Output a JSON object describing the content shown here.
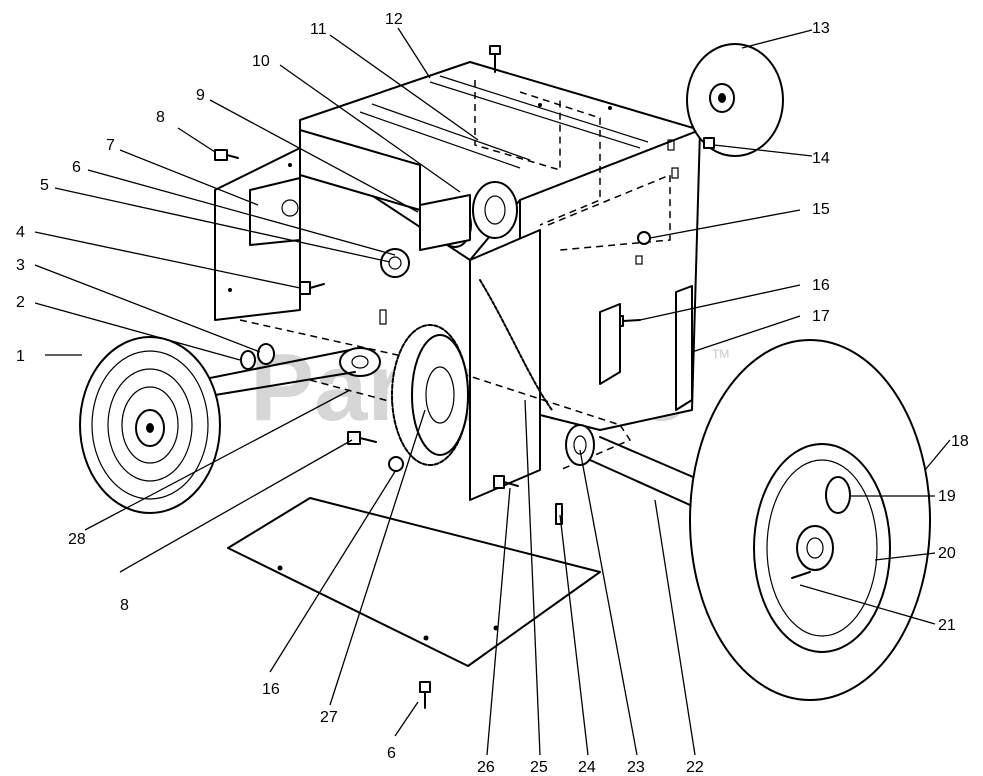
{
  "watermark": {
    "text": "PartsTree",
    "trademark": "TM"
  },
  "callouts": [
    {
      "id": "c1",
      "label": "1"
    },
    {
      "id": "c2",
      "label": "2"
    },
    {
      "id": "c3",
      "label": "3"
    },
    {
      "id": "c4",
      "label": "4"
    },
    {
      "id": "c5",
      "label": "5"
    },
    {
      "id": "c6a",
      "label": "6"
    },
    {
      "id": "c7",
      "label": "7"
    },
    {
      "id": "c8a",
      "label": "8"
    },
    {
      "id": "c9",
      "label": "9"
    },
    {
      "id": "c10",
      "label": "10"
    },
    {
      "id": "c11",
      "label": "11"
    },
    {
      "id": "c12",
      "label": "12"
    },
    {
      "id": "c13",
      "label": "13"
    },
    {
      "id": "c14",
      "label": "14"
    },
    {
      "id": "c15",
      "label": "15"
    },
    {
      "id": "c16a",
      "label": "16"
    },
    {
      "id": "c17",
      "label": "17"
    },
    {
      "id": "c18",
      "label": "18"
    },
    {
      "id": "c19",
      "label": "19"
    },
    {
      "id": "c20",
      "label": "20"
    },
    {
      "id": "c21",
      "label": "21"
    },
    {
      "id": "c28",
      "label": "28"
    },
    {
      "id": "c8b",
      "label": "8"
    },
    {
      "id": "c16b",
      "label": "16"
    },
    {
      "id": "c27",
      "label": "27"
    },
    {
      "id": "c6b",
      "label": "6"
    },
    {
      "id": "c26",
      "label": "26"
    },
    {
      "id": "c25",
      "label": "25"
    },
    {
      "id": "c24",
      "label": "24"
    },
    {
      "id": "c23",
      "label": "23"
    },
    {
      "id": "c22",
      "label": "22"
    }
  ]
}
